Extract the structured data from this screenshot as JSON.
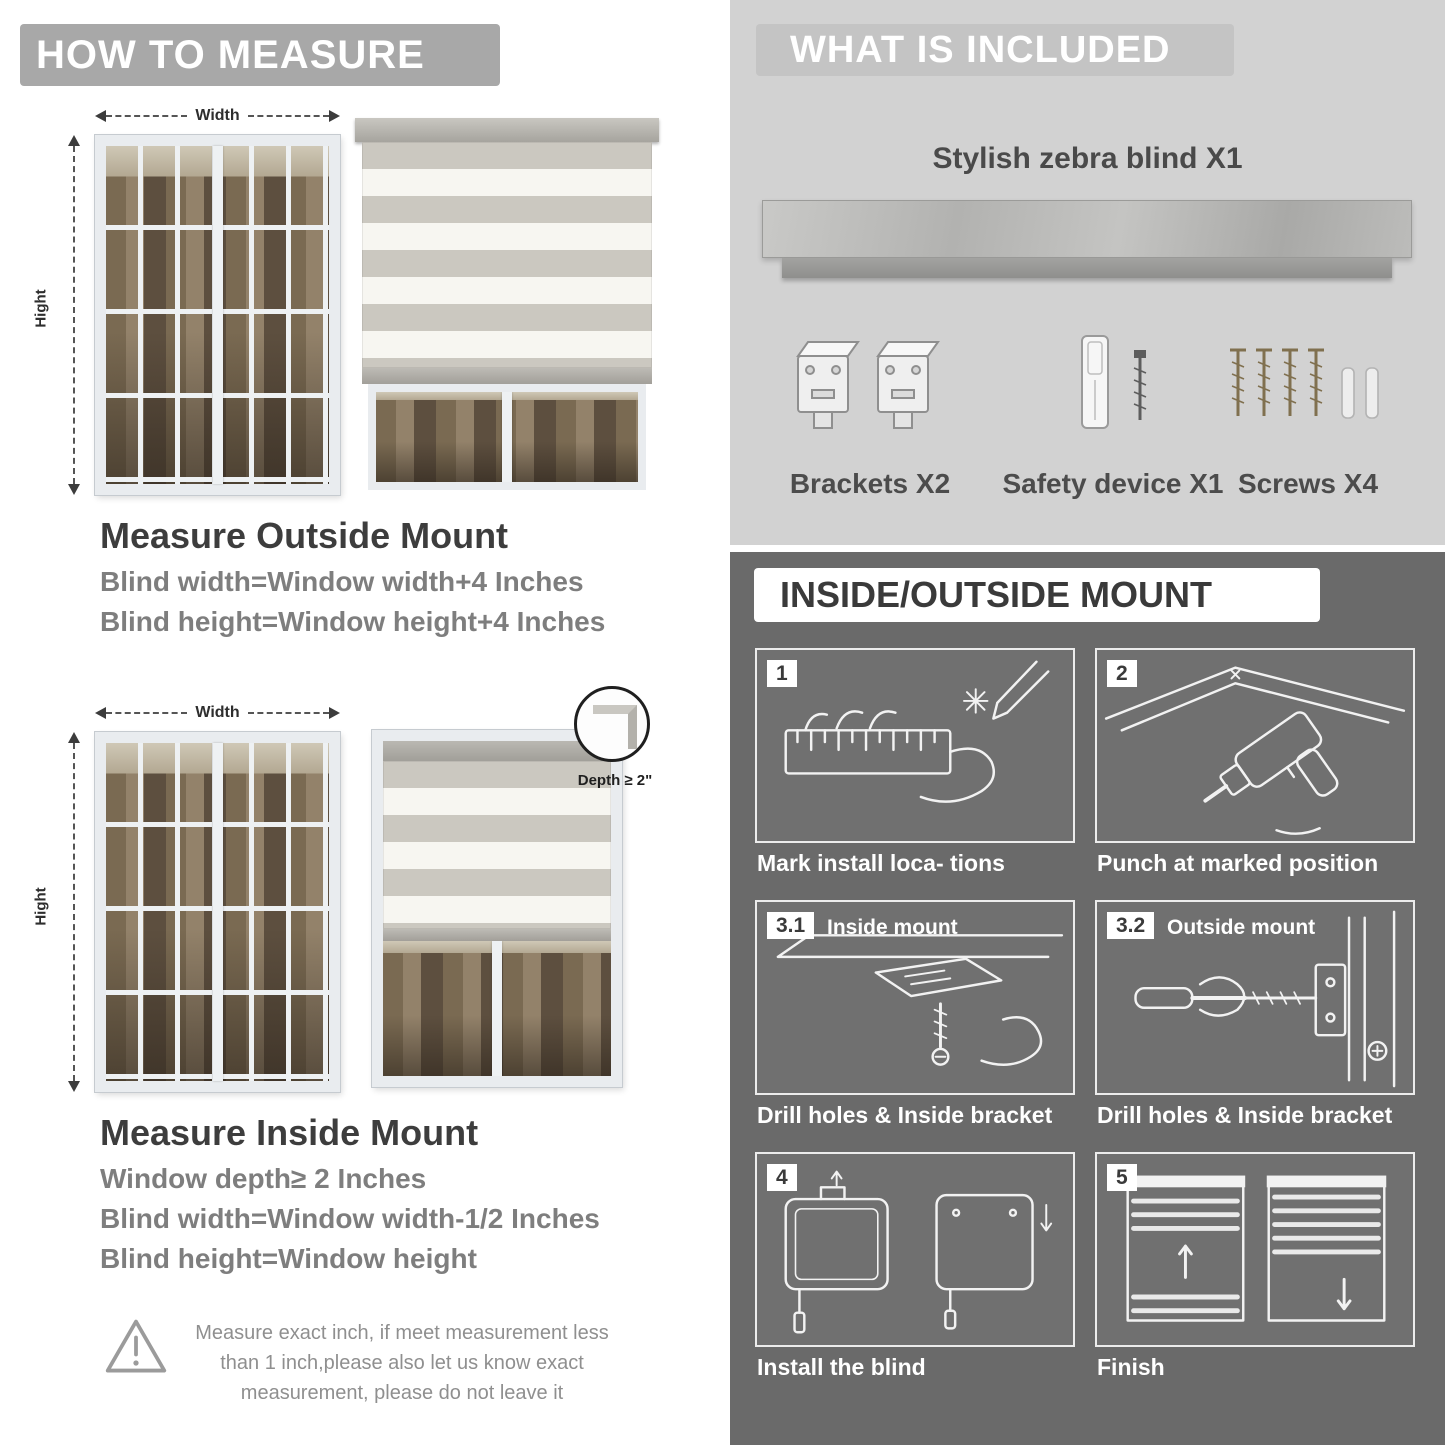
{
  "colors": {
    "left_banner": "#a8a8a8",
    "included_bg": "#d2d2d2",
    "included_banner": "#c4c4c4",
    "mount_bg": "#6a6a6a",
    "title_text": "#3d3d3d",
    "subtitle_text": "#7e7e7e"
  },
  "left": {
    "header": "HOW TO MEASURE",
    "outside": {
      "width_label": "Width",
      "height_label": "Hight",
      "title": "Measure Outside Mount",
      "lines": [
        "Blind width=Window width+4 Inches",
        "Blind height=Window height+4 Inches"
      ]
    },
    "inside": {
      "width_label": "Width",
      "height_label": "Hight",
      "depth_label": "Depth ≥ 2\"",
      "title": "Measure Inside Mount",
      "lines": [
        "Window depth≥ 2 Inches",
        "Blind width=Window width-1/2 Inches",
        "Blind height=Window height"
      ]
    },
    "warning_text": "Measure exact inch, if meet measurement less than 1 inch,please also let us know exact measurement, please do not leave it"
  },
  "right": {
    "included": {
      "header": "WHAT IS INCLUDED",
      "blind_label": "Stylish zebra blind X1",
      "item_labels": [
        "Brackets X2",
        "Safety device X1",
        "Screws X4"
      ]
    },
    "mount": {
      "header": "INSIDE/OUTSIDE MOUNT",
      "steps": [
        {
          "num": "1",
          "caption": "Mark install loca- tions"
        },
        {
          "num": "2",
          "caption": "Punch at  marked position"
        },
        {
          "num": "3.1",
          "label": "Inside mount",
          "caption": "Drill holes &  Inside bracket"
        },
        {
          "num": "3.2",
          "label": "Outside mount",
          "caption": "Drill holes &  Inside bracket"
        },
        {
          "num": "4",
          "caption": "Install the blind"
        },
        {
          "num": "5",
          "caption": "Finish"
        }
      ]
    }
  }
}
